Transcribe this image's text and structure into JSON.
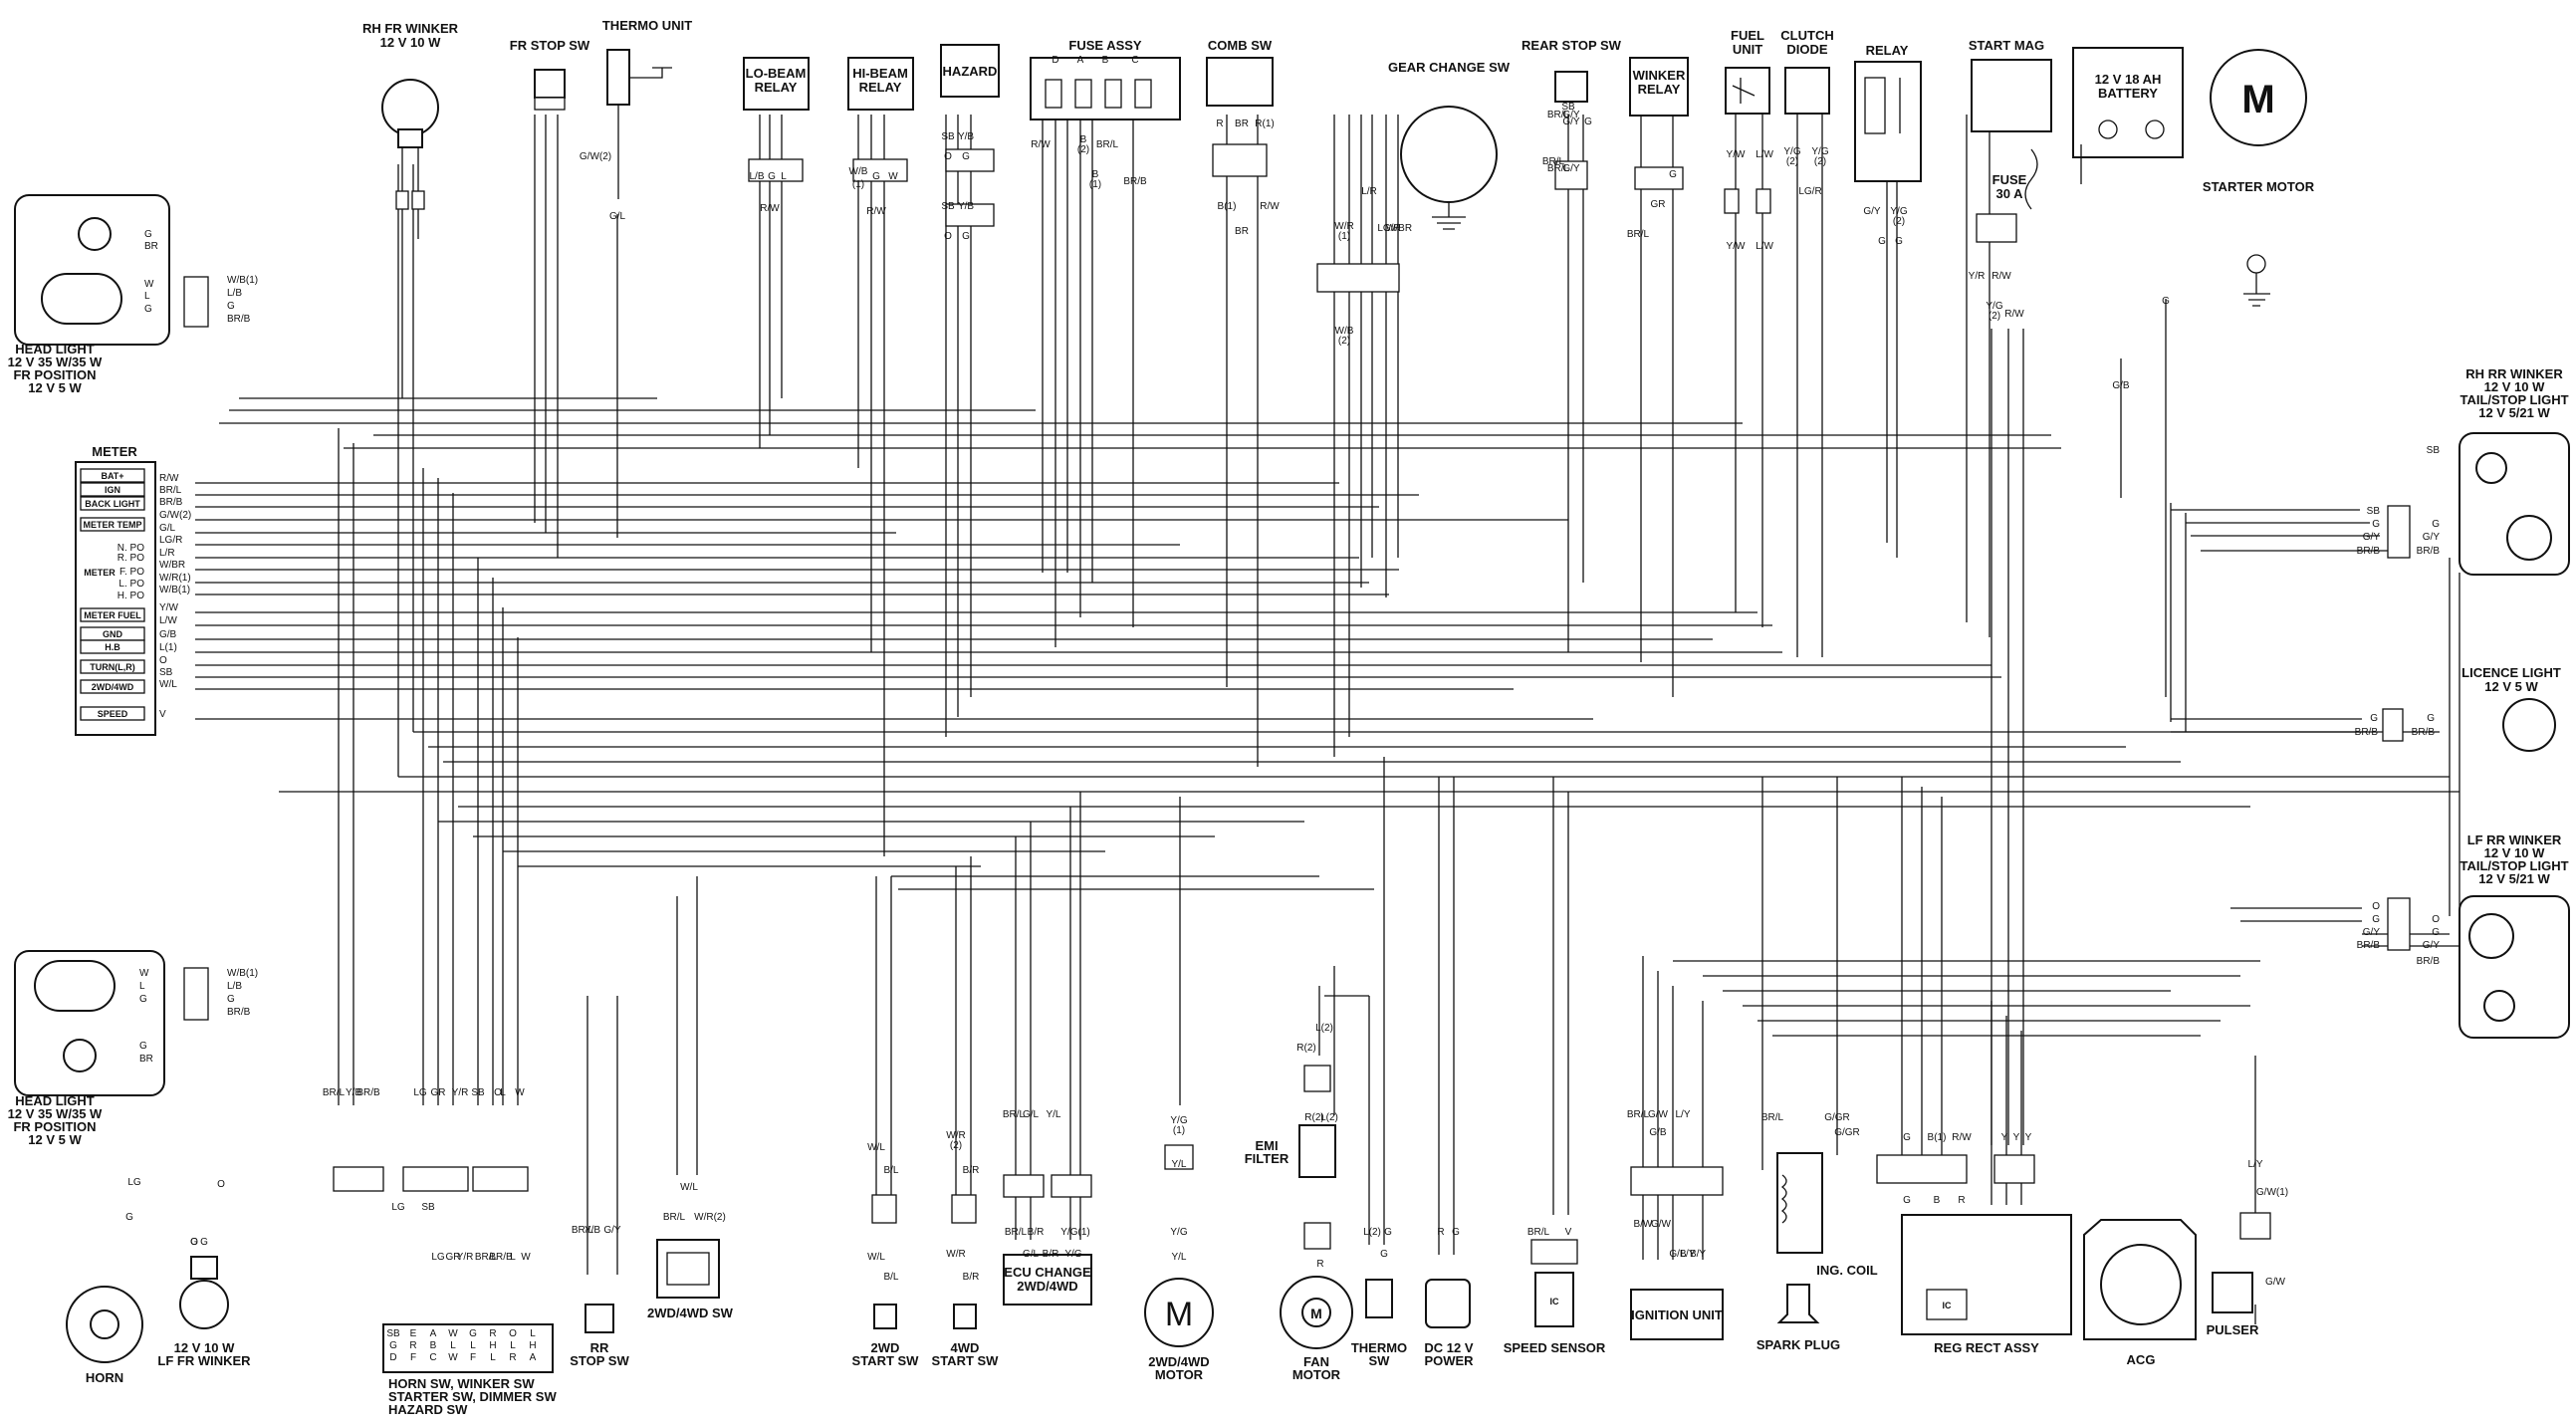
{
  "components": {
    "rh_fr_winker": [
      "RH FR WINKER",
      "12 V 10 W"
    ],
    "fr_stop_sw": [
      "FR STOP SW"
    ],
    "thermo_unit": [
      "THERMO UNIT"
    ],
    "lo_beam_relay": [
      "LO-BEAM",
      "RELAY"
    ],
    "hi_beam_relay": [
      "HI-BEAM",
      "RELAY"
    ],
    "hazard": [
      "HAZARD"
    ],
    "fuse_assy": [
      "FUSE ASSY"
    ],
    "comb_sw": [
      "COMB SW"
    ],
    "gear_change_sw": [
      "GEAR CHANGE SW"
    ],
    "rear_stop_sw": [
      "REAR STOP SW"
    ],
    "winker_relay": [
      "WINKER",
      "RELAY"
    ],
    "fuel_unit": [
      "FUEL",
      "UNIT"
    ],
    "clutch_diode": [
      "CLUTCH",
      "DIODE"
    ],
    "relay": [
      "RELAY"
    ],
    "start_mag": [
      "START MAG"
    ],
    "battery": [
      "12 V 18 AH",
      "BATTERY"
    ],
    "fuse_30a": [
      "FUSE",
      "30 A"
    ],
    "starter_motor": [
      "STARTER MOTOR"
    ],
    "head_light_top": [
      "HEAD LIGHT",
      "12 V 35 W/35 W",
      "FR POSITION",
      "12 V 5 W"
    ],
    "head_light_bottom": [
      "HEAD LIGHT",
      "12 V 35 W/35 W",
      "FR POSITION",
      "12 V 5 W"
    ],
    "meter": [
      "METER"
    ],
    "rh_rr_winker": [
      "RH RR WINKER",
      "12 V 10 W",
      "TAIL/STOP LIGHT",
      "12 V 5/21 W"
    ],
    "licence_light": [
      "LICENCE LIGHT",
      "12 V 5 W"
    ],
    "lf_rr_winker": [
      "LF RR WINKER",
      "12 V 10 W",
      "TAIL/STOP LIGHT",
      "12 V 5/21 W"
    ],
    "horn": [
      "HORN"
    ],
    "lf_fr_winker": [
      "12 V 10 W",
      "LF FR WINKER"
    ],
    "horn_sw": [
      "HORN SW, WINKER SW",
      "STARTER SW, DIMMER SW",
      "HAZARD SW"
    ],
    "rr_stop_sw": [
      "RR",
      "STOP SW"
    ],
    "sw_2wd4wd": [
      "2WD/4WD SW"
    ],
    "start_2wd": [
      "2WD",
      "START SW"
    ],
    "start_4wd": [
      "4WD",
      "START SW"
    ],
    "ecu_change": [
      "ECU CHANGE",
      "2WD/4WD"
    ],
    "motor_2wd4wd": [
      "2WD/4WD",
      "MOTOR"
    ],
    "emi_filter": [
      "EMI",
      "FILTER"
    ],
    "fan_motor": [
      "FAN",
      "MOTOR"
    ],
    "thermo_sw": [
      "THERMO",
      "SW"
    ],
    "dc_power": [
      "DC 12 V",
      "POWER"
    ],
    "speed_sensor": [
      "SPEED SENSOR"
    ],
    "ignition_unit": [
      "IGNITION UNIT"
    ],
    "ing_coil": [
      "ING. COIL"
    ],
    "spark_plug": [
      "SPARK PLUG"
    ],
    "reg_rect": [
      "REG RECT ASSY"
    ],
    "acg": [
      "ACG"
    ],
    "pulser": [
      "PULSER"
    ]
  },
  "symbols": {
    "motor": "M",
    "ic": "IC"
  },
  "meter_terminals": [
    "BAT+",
    "IGN",
    "BACK LIGHT",
    "METER TEMP",
    "METER",
    "METER FUEL",
    "GND",
    "H.B",
    "TURN(L,R)",
    "2WD/4WD",
    "SPEED"
  ],
  "meter_sub_terminals": [
    "N. PO",
    "R. PO",
    "F. PO",
    "L. PO",
    "H. PO"
  ],
  "meter_wires": [
    "R/W",
    "BR/L",
    "BR/B",
    "G/W(2)",
    "G/L",
    "LG/R",
    "L/R",
    "W/BR",
    "W/R(1)",
    "W/B(1)",
    "Y/W",
    "L/W",
    "G/B",
    "L(1)",
    "O",
    "SB",
    "W/L",
    "V"
  ],
  "head_light_top_wires": [
    "G",
    "BR",
    "W",
    "L",
    "G"
  ],
  "head_light_top_harness": [
    "W/B(1)",
    "L/B",
    "G",
    "BR/B"
  ],
  "head_light_bottom_wires": [
    "W",
    "L",
    "G",
    "G",
    "BR"
  ],
  "head_light_bottom_harness": [
    "W/B(1)",
    "L/B",
    "G",
    "BR/B"
  ],
  "rh_rr_wires": [
    "SB",
    "G",
    "G/Y",
    "BR/B"
  ],
  "rh_rr_inner": [
    "SB",
    "G",
    "G/Y",
    "BR/B"
  ],
  "licence_wires": [
    "G",
    "BR/B"
  ],
  "licence_inner": [
    "G",
    "BR/B"
  ],
  "lf_rr_wires": [
    "O",
    "G",
    "G/Y",
    "BR/B"
  ],
  "lf_rr_inner": [
    "O",
    "G",
    "G/Y",
    "BR/B"
  ],
  "top_wire_labels": [
    "SB",
    "G",
    "G/Y",
    "BR/L",
    "G/W(2)",
    "G/L",
    "L/B",
    "G",
    "L",
    "R/W",
    "W/B",
    "(1)",
    "G",
    "W",
    "R/W",
    "SB",
    "Y/B",
    "O",
    "G",
    "SB",
    "Y/B",
    "O",
    "G",
    "D",
    "A",
    "B",
    "C",
    "R/W",
    "B",
    "(2)",
    "BR/L",
    "B",
    "(1)",
    "BR/B",
    "R",
    "BR",
    "R(1)",
    "B(1)",
    "R/W",
    "BR",
    "W/R",
    "(1)",
    "L/R",
    "LG/R",
    "W/BR",
    "W/B",
    "(2)",
    "G/Y",
    "BR/L",
    "G/Y",
    "BR/L",
    "BR/L",
    "G",
    "GR",
    "Y/W",
    "L/W",
    "Y/W",
    "L/W",
    "Y/G",
    "(2)",
    "Y/G",
    "(2)",
    "LG/R",
    "G/Y",
    "Y/G",
    "(2)",
    "G",
    "G",
    "Y/R",
    "R/W",
    "Y/G",
    "(2)",
    "R/W",
    "G",
    "G/B"
  ],
  "bottom_wire_labels": [
    "Y/B",
    "BR/L",
    "BR/B",
    "LG",
    "GR",
    "Y/R",
    "SB",
    "L",
    "O",
    "W",
    "LG",
    "SB",
    "LG",
    "GR",
    "Y/R",
    "BR/L",
    "BR/B",
    "L",
    "W",
    "Y/B",
    "BR/L",
    "G/Y",
    "W/L",
    "BR/L",
    "W/R(2)",
    "W/L",
    "B/L",
    "W/L",
    "B/L",
    "W/R",
    "(2)",
    "B/R",
    "W/R",
    "B/R",
    "BR/L",
    "G/L",
    "Y/L",
    "B/R",
    "Y/G(1)",
    "BR/L",
    "G/L",
    "B/R",
    "Y/G",
    "Y/G",
    "(1)",
    "Y/L",
    "Y/L",
    "Y/G",
    "L(2)",
    "R(2)",
    "R(2)",
    "L(2)",
    "R",
    "G",
    "L(2)",
    "G",
    "R",
    "G",
    "BR/L",
    "V",
    "BR/L",
    "G/W",
    "L/Y",
    "G/B",
    "G/GR",
    "B/W",
    "G/W",
    "G/B",
    "B/Y",
    "L/Y",
    "BR/L",
    "G/GR",
    "G",
    "B(1)",
    "R/W",
    "Y",
    "Y",
    "Y",
    "G",
    "B",
    "R",
    "L/Y",
    "G/W(1)",
    "G/W",
    "O",
    "G",
    "LG",
    "G",
    "O",
    "G"
  ],
  "switch_connectors": [
    "SB",
    "G",
    "D",
    "E",
    "R",
    "F",
    "A",
    "B",
    "C",
    "W",
    "L",
    "W",
    "G",
    "L",
    "F",
    "R",
    "H",
    "L",
    "O",
    "L",
    "R",
    "L",
    "H",
    "A"
  ]
}
